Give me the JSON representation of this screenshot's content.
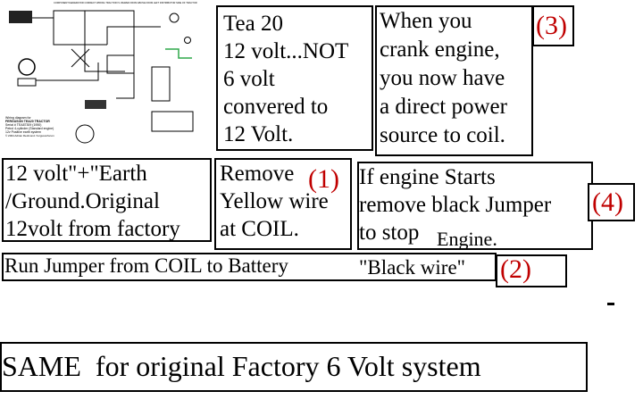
{
  "diagram": {
    "header": "COMPONENT/GENERATOR CORRECT WIRING TRACTOR IS VIEWED FROM ABOVE FROM LEFT DISTRIBUTOR SIDE OF TRACTOR",
    "caption_lines": [
      "Wiring diagram for",
      "FERGUSON TEA20 TRACTOR",
      "Serial # TEA87309 (1950)",
      "Petrol 4-cylinder (Standard engine)",
      "12v Positive earth system",
      "© 2004 Adrian Redmond / fergusonforum"
    ]
  },
  "notes": {
    "tea20": "Tea 20\n12 volt...NOT\n6 volt\nconvered to\n12 Volt.",
    "crank": "When you\ncrank engine,\nyou now have\na direct power\nsource to coil.",
    "earth": "12 volt\"+\"Earth\n/Ground.Original\n12volt from factory",
    "remove_yellow": "Remove\nYellow wire\nat COIL.",
    "engine_starts": "If engine Starts\nremove black Jumper\nto stop",
    "engine_word": "Engine.",
    "jumper_a": "Run Jumper from COIL to Battery",
    "jumper_b": "\"Black wire\"",
    "same": "SAME  for original Factory 6 Volt system"
  },
  "markers": {
    "m1": "(1)",
    "m2": "(2)",
    "m3": "(3)",
    "m4": "(4)"
  },
  "colors": {
    "marker_red": "#c00000",
    "wire_green": "#2ea84a",
    "wire_black": "#000000"
  }
}
